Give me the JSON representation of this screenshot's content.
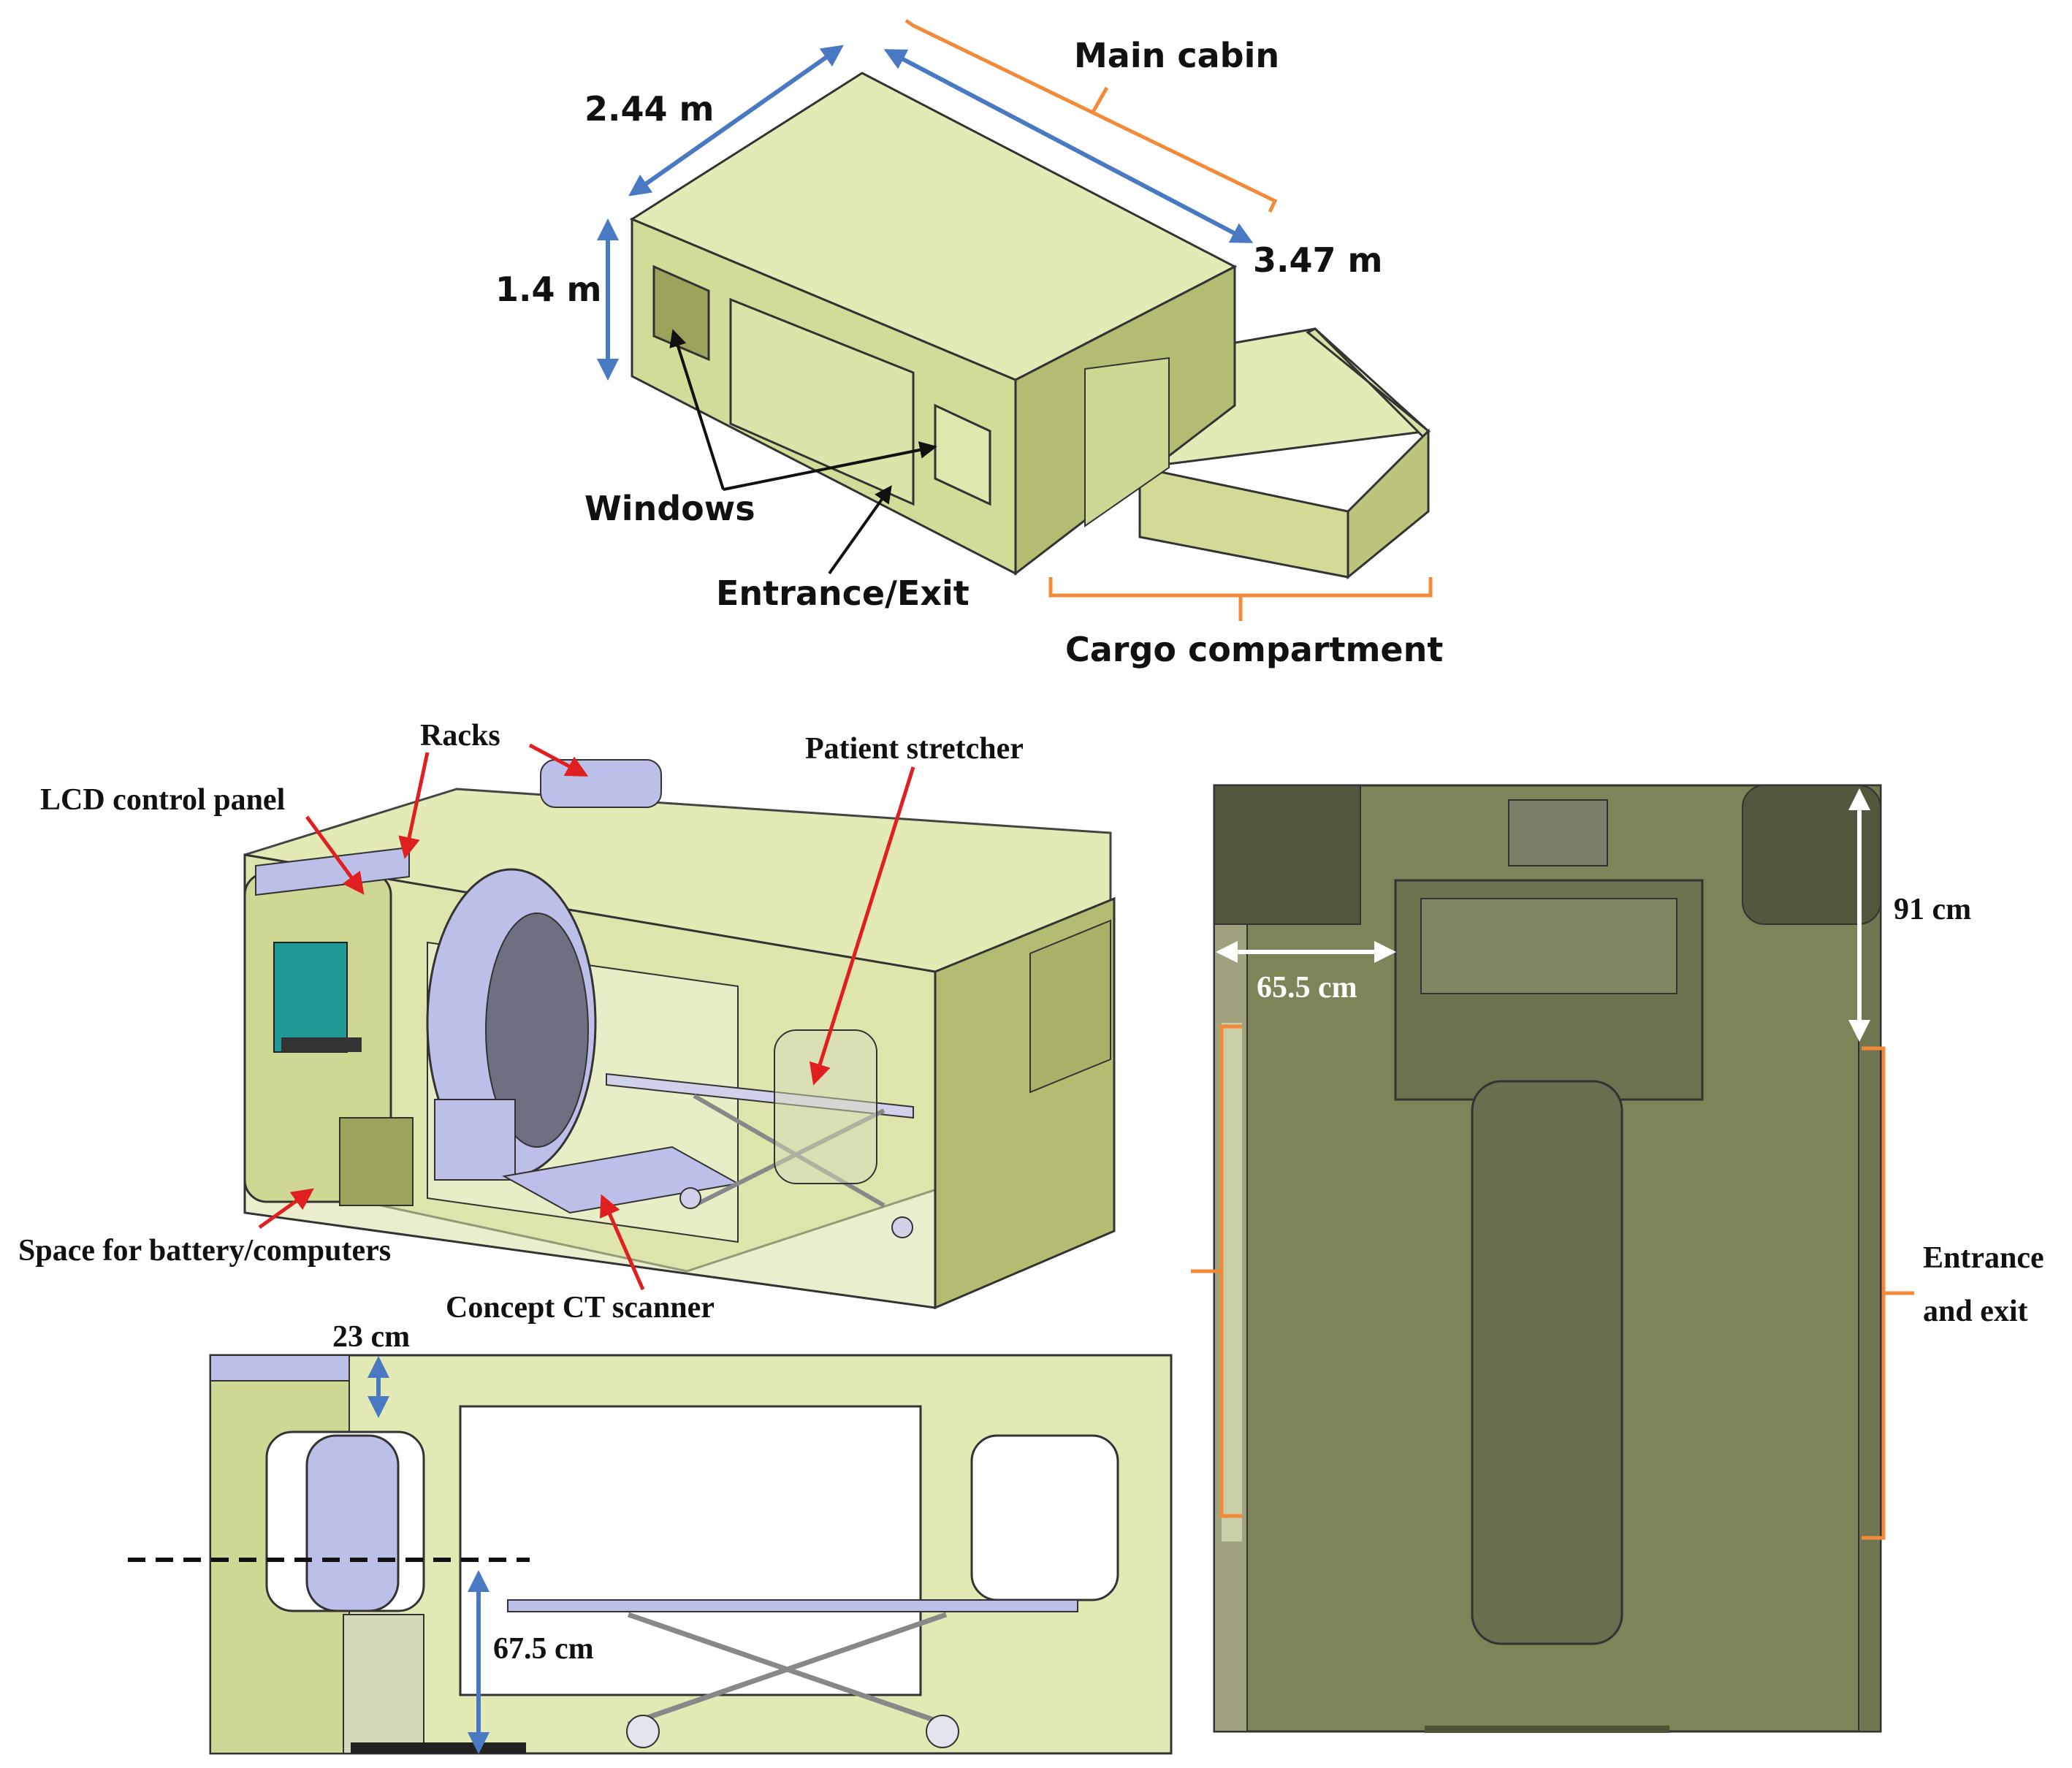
{
  "overview": {
    "labels": {
      "main_cabin": "Main cabin",
      "width": "2.44 m",
      "length": "3.47 m",
      "height": "1.4 m",
      "windows": "Windows",
      "entrance": "Entrance/Exit",
      "cargo": "Cargo compartment"
    }
  },
  "interior": {
    "labels": {
      "racks": "Racks",
      "lcd": "LCD control panel",
      "stretcher": "Patient stretcher",
      "battery": "Space for battery/computers",
      "scanner": "Concept CT scanner"
    }
  },
  "side_view": {
    "labels": {
      "top_gap": "23 cm",
      "floor_height": "67.5 cm"
    }
  },
  "top_view": {
    "labels": {
      "depth": "91 cm",
      "aisle": "65.5 cm",
      "entrance_line1": "Entrance",
      "entrance_line2": "and exit"
    }
  },
  "colors": {
    "body_light": "#e2e9b4",
    "body_mid": "#cbd38c",
    "body_dark": "#9ea35c",
    "floor_dark": "#7c8458",
    "scanner": "#bcbfe8",
    "screen": "#1f9a97",
    "blue_arrow": "#4a79c4",
    "orange_bracket": "#f28a3a",
    "red_arrow": "#e02020"
  }
}
